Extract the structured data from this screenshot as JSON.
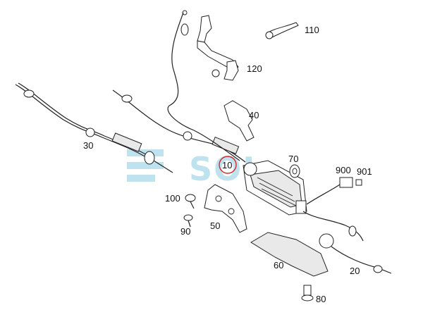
{
  "diagram": {
    "watermark": "SOL",
    "highlight_color": "#d6262b",
    "watermark_color": "#bfe3ee",
    "parts": [
      {
        "id": "p110",
        "label": "110"
      },
      {
        "id": "p120",
        "label": "120"
      },
      {
        "id": "p40",
        "label": "40"
      },
      {
        "id": "p30",
        "label": "30"
      },
      {
        "id": "p70",
        "label": "70"
      },
      {
        "id": "p900",
        "label": "900"
      },
      {
        "id": "p901",
        "label": "901"
      },
      {
        "id": "p100",
        "label": "100"
      },
      {
        "id": "p90",
        "label": "90"
      },
      {
        "id": "p50",
        "label": "50"
      },
      {
        "id": "p60",
        "label": "60"
      },
      {
        "id": "p20",
        "label": "20"
      },
      {
        "id": "p80",
        "label": "80"
      }
    ],
    "highlighted_part": {
      "label": "10"
    }
  }
}
